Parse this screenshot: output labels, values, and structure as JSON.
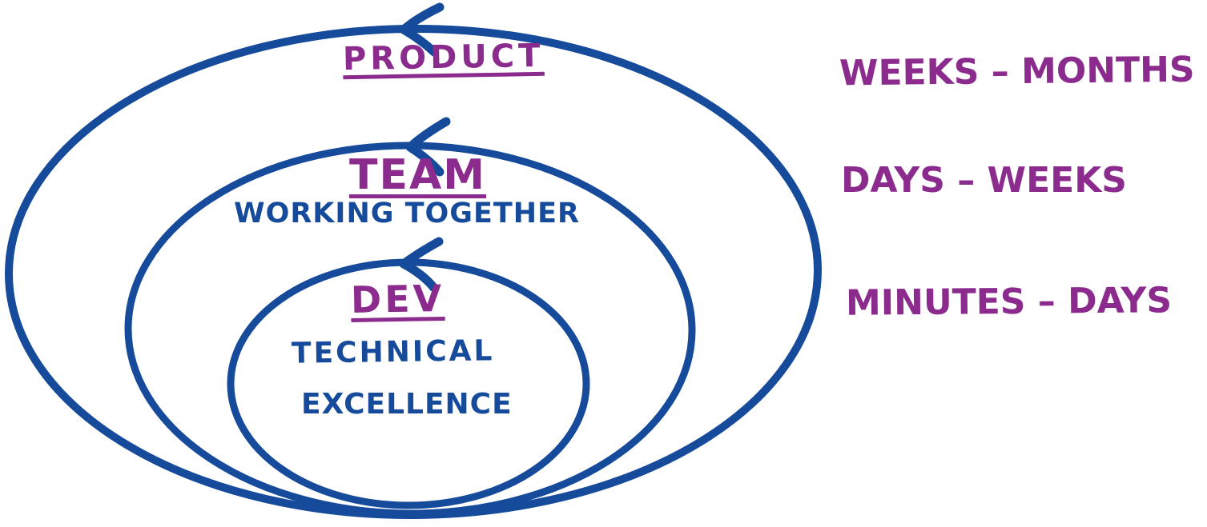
{
  "colors": {
    "loop_blue": "#164b9b",
    "label_purple": "#8c2b8e",
    "background": "#ffffff"
  },
  "loops": [
    {
      "id": "product",
      "title": "PRODUCT",
      "timescale": "WEEKS – MONTHS"
    },
    {
      "id": "team",
      "title": "TEAM",
      "subtitle": "WORKING TOGETHER",
      "timescale": "DAYS – WEEKS"
    },
    {
      "id": "dev",
      "title": "DEV",
      "subtitle_lines": [
        "TECHNICAL",
        "EXCELLENCE"
      ],
      "timescale": "MINUTES – DAYS"
    }
  ]
}
